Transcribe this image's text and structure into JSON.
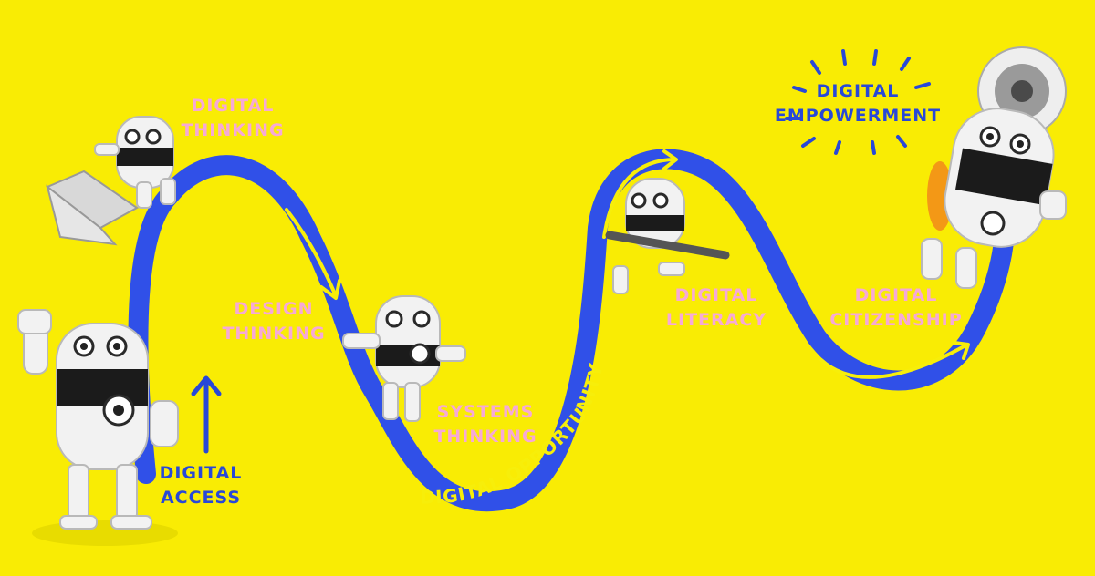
{
  "colors": {
    "background": "#f9ec04",
    "path": "#3050e8",
    "pink_label": "#f6a9d6",
    "blue_label": "#2848d8",
    "path_text": "#f7ee0a"
  },
  "path_label": "DIGITAL OPPORTUNITY",
  "stages": [
    {
      "line1": "DIGITAL",
      "line2": "ACCESS"
    },
    {
      "line1": "DIGITAL",
      "line2": "THINKING"
    },
    {
      "line1": "DESIGN",
      "line2": "THINKING"
    },
    {
      "line1": "SYSTEMS",
      "line2": "THINKING"
    },
    {
      "line1": "DIGITAL",
      "line2": "LITERACY"
    },
    {
      "line1": "DIGITAL",
      "line2": "CITIZENSHIP"
    },
    {
      "line1": "DIGITAL",
      "line2": "EMPOWERMENT"
    }
  ],
  "icons": [
    "robot-waving-icon",
    "robot-laptop-icon",
    "robot-walking-icon",
    "robot-with-pen-icon",
    "robot-jetpack-icon",
    "arrow-icon",
    "sunburst-icon"
  ]
}
